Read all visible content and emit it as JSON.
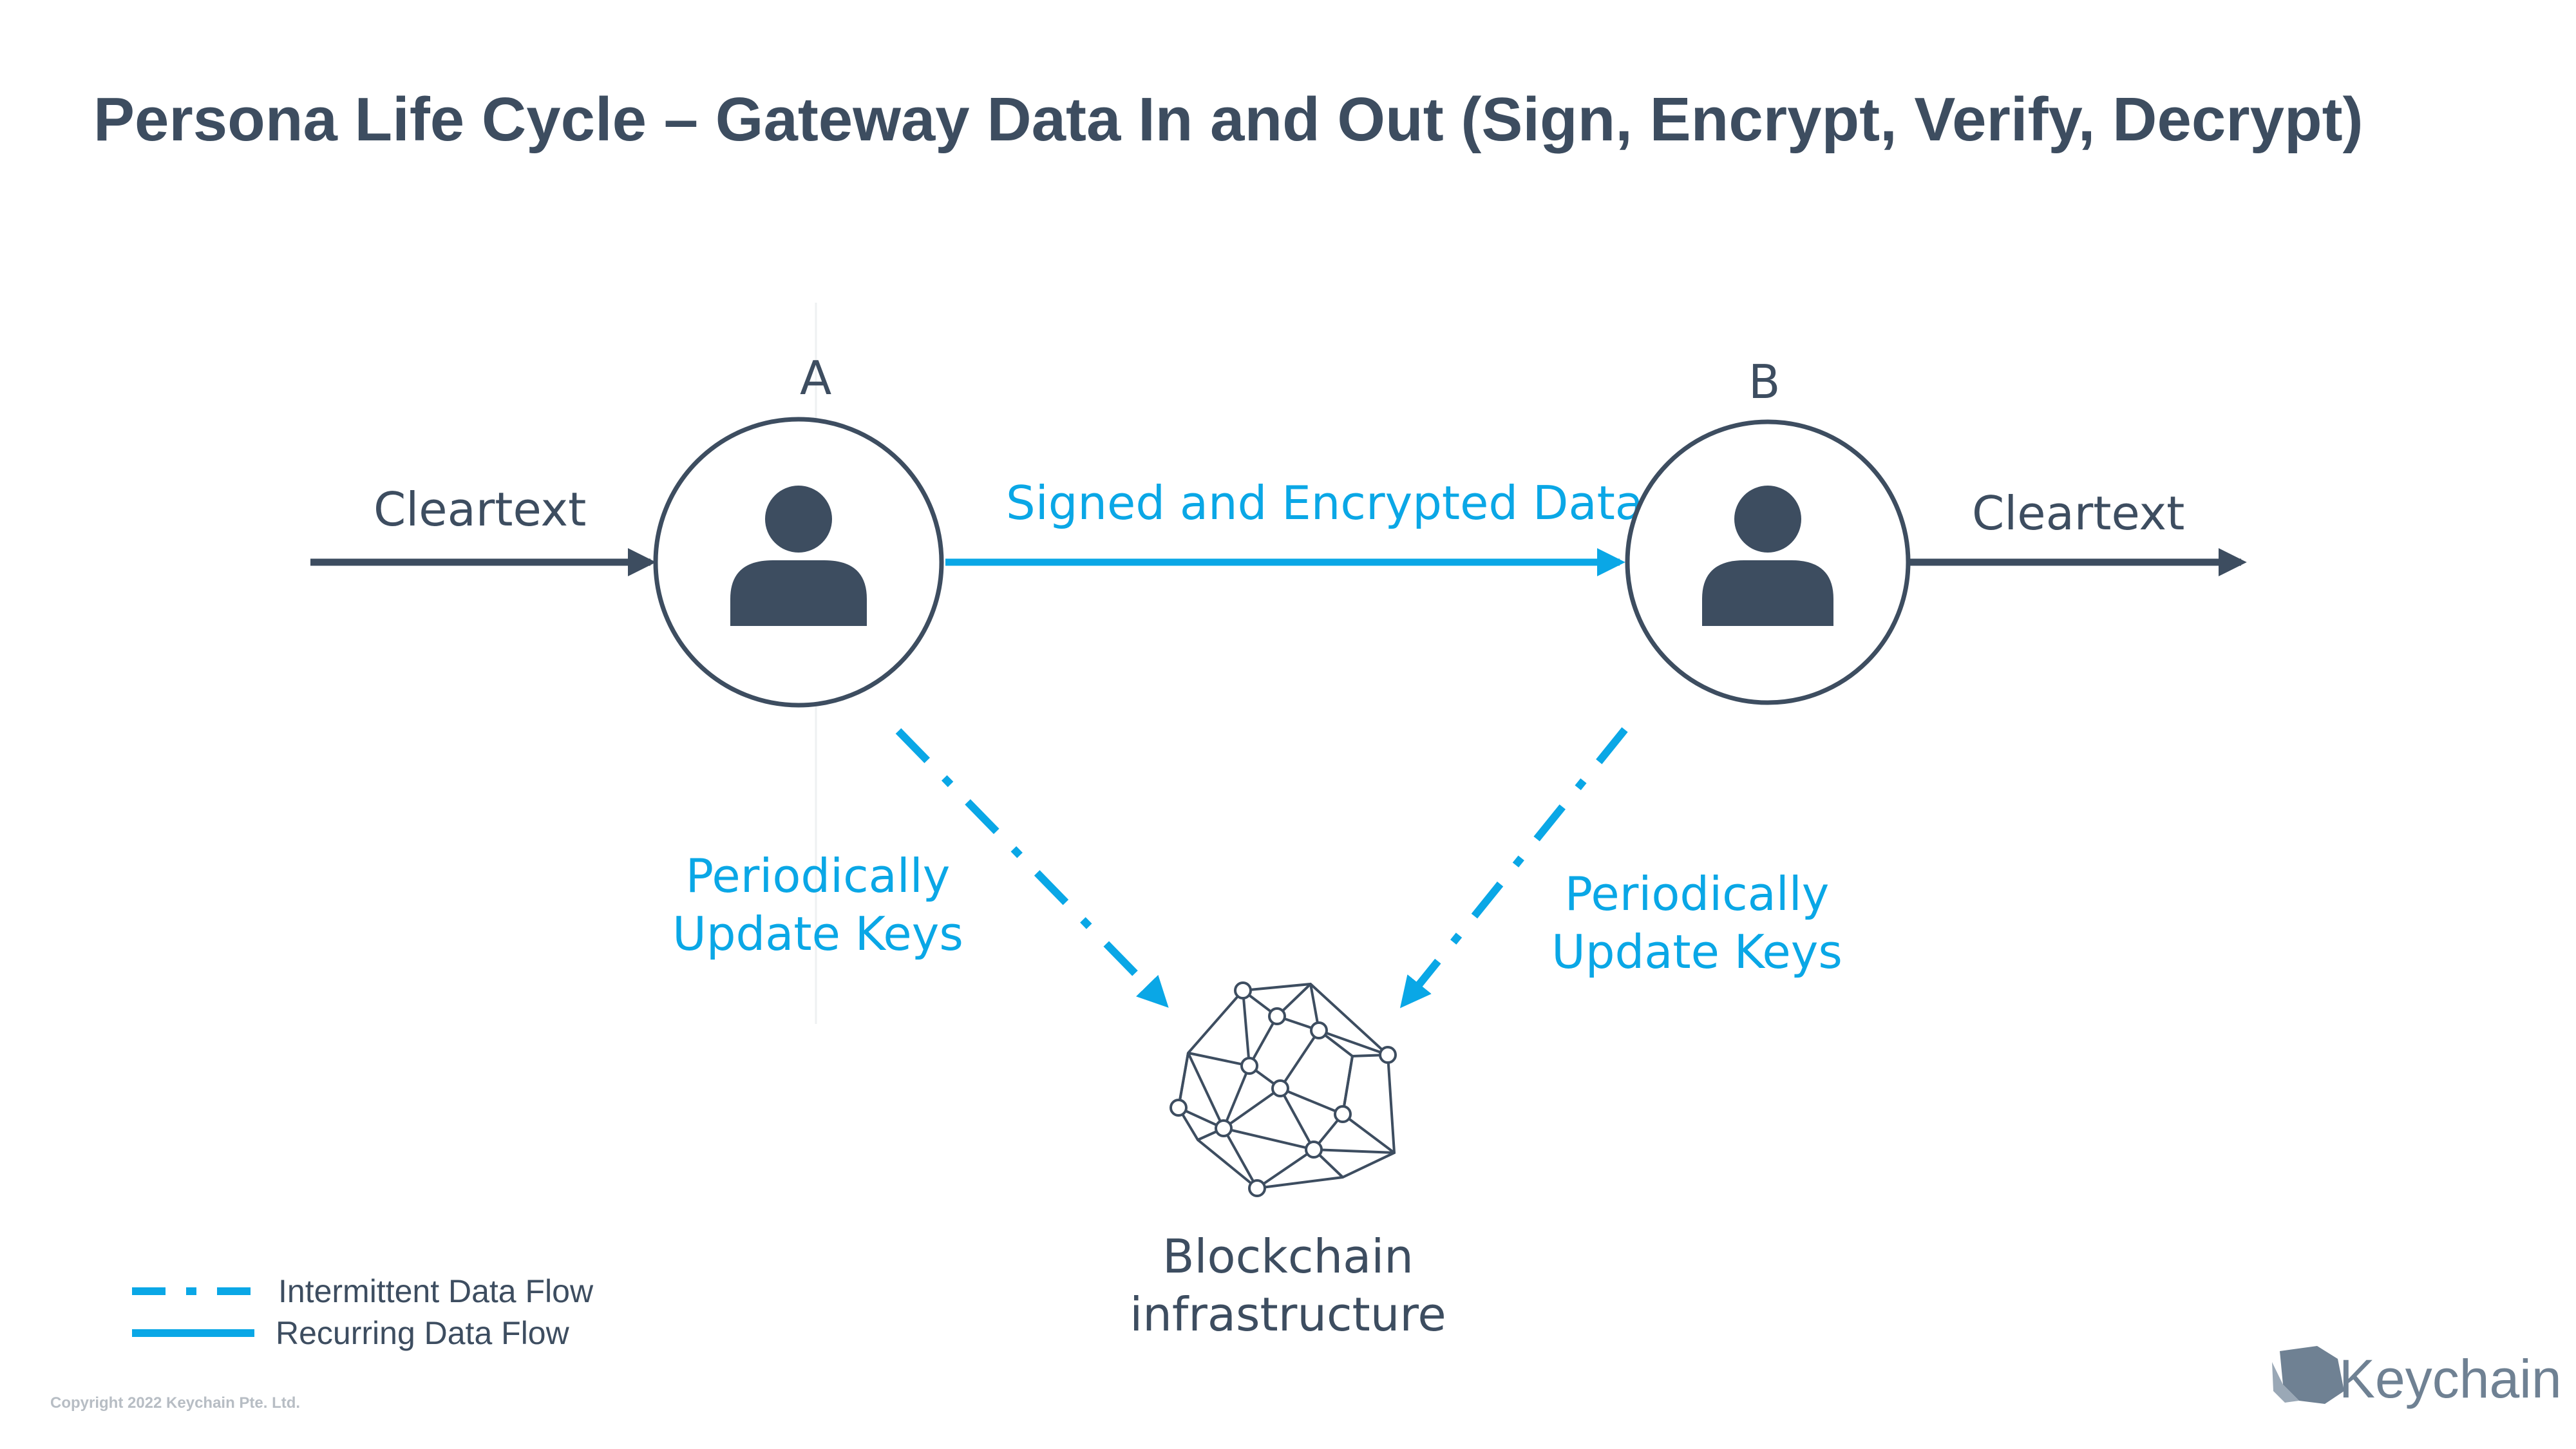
{
  "title": "Persona Life Cycle – Gateway Data In and Out (Sign, Encrypt, Verify, Decrypt)",
  "nodes": {
    "a": {
      "label": "A"
    },
    "b": {
      "label": "B"
    },
    "blockchain": {
      "label_line1": "Blockchain",
      "label_line2": "infrastructure"
    }
  },
  "flows": {
    "cleartext_in": "Cleartext",
    "signed_encrypted": "Signed and Encrypted Data",
    "cleartext_out": "Cleartext",
    "update_keys_left": {
      "line1": "Periodically",
      "line2": "Update Keys"
    },
    "update_keys_right": {
      "line1": "Periodically",
      "line2": "Update Keys"
    }
  },
  "legend": {
    "intermittent": "Intermittent Data Flow",
    "recurring": "Recurring Data Flow"
  },
  "footer": {
    "copyright": "Copyright 2022 Keychain Pte. Ltd.",
    "brand": "Keychain"
  },
  "icons": {
    "person": "person-icon",
    "network": "blockchain-network-icon",
    "logo": "keychain-logo-icon"
  },
  "colors": {
    "dark": "#3d4d60",
    "accent": "#0aa7e6",
    "muted": "#6f8193"
  }
}
